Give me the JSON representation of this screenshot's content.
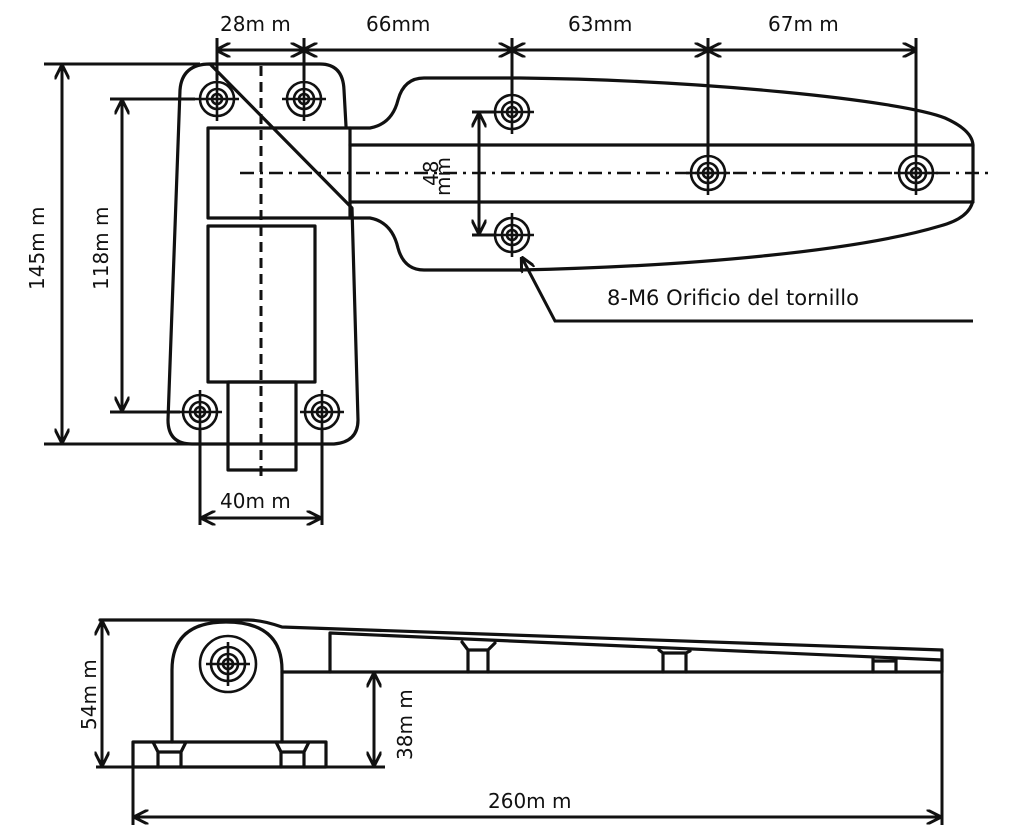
{
  "drawing": {
    "title": "Hinge technical drawing",
    "top_view": {
      "dimensions": {
        "hole_spacing_1": "28m m",
        "hole_spacing_2": "66mm",
        "hole_spacing_3": "63mm",
        "hole_spacing_4": "67m m",
        "height_overall": "145m m",
        "height_holes": "118m m",
        "base_width": "40m m",
        "leaf_hole_spacing_num": "48",
        "leaf_hole_spacing_unit": "mm"
      },
      "callout": "8-M6 Orificio del tornillo"
    },
    "side_view": {
      "dimensions": {
        "height_overall": "54m m",
        "height_base": "38m m",
        "length_overall": "260m m"
      }
    },
    "line_color": "#111111",
    "background": "#ffffff"
  }
}
